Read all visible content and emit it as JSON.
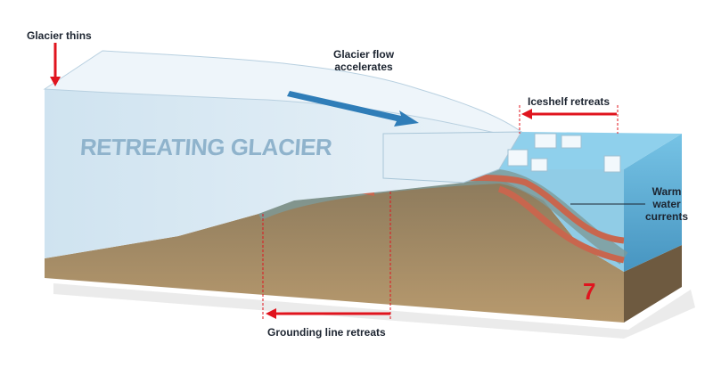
{
  "labels": {
    "glacier_thins": "Glacier thins",
    "flow_line1": "Glacier flow",
    "flow_line2": "accelerates",
    "iceshelf": "Iceshelf retreats",
    "warm_line1": "Warm",
    "warm_line2": "water",
    "warm_line3": "currents",
    "grounding": "Grounding line retreats",
    "main_title": "RETREATING GLACIER",
    "figure_number": "7"
  },
  "colors": {
    "arrow_red": "#e0141e",
    "ice": "#dceaf4",
    "water": "#5fb0d8",
    "ground": "#a88a62",
    "warm_current": "#c8664e"
  }
}
